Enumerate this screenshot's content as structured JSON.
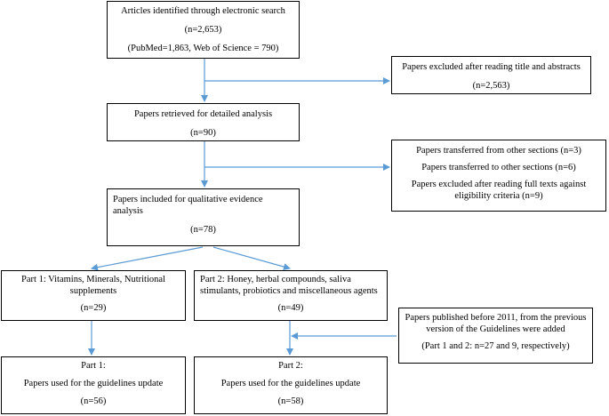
{
  "boxes": {
    "search": {
      "line1": "Articles identified through electronic search",
      "count": "(n=2,653)",
      "detail": "(PubMed=1,863, Web of Science = 790)"
    },
    "excluded_title": {
      "line1": "Papers excluded after reading title and abstracts",
      "count": "(n=2,563)"
    },
    "retrieved": {
      "line1": "Papers retrieved for detailed analysis",
      "count": "(n=90)"
    },
    "transfers": {
      "line1": "Papers transferred from other sections (n=3)",
      "line2": "Papers transferred to other sections (n=6)",
      "line3": "Papers excluded after reading full texts against eligibility criteria (n=9)"
    },
    "included": {
      "line1": "Papers included for qualitative evidence analysis",
      "count": "(n=78)"
    },
    "part1": {
      "line1": "Part 1: Vitamins, Minerals, Nutritional supplements",
      "count": "(n=29)"
    },
    "part2": {
      "line1": "Part 2: Honey, herbal compounds, saliva stimulants, probiotics and miscellaneous agents",
      "count": "(n=49)"
    },
    "pre2011": {
      "line1": "Papers published before 2011, from the previous version of the Guidelines were added",
      "detail": "(Part 1 and 2: n=27 and 9, respectively)"
    },
    "final1": {
      "title": "Part 1:",
      "line1": "Papers used for the guidelines update",
      "count": "(n=56)"
    },
    "final2": {
      "title": "Part 2:",
      "line1": "Papers used for the guidelines update",
      "count": "(n=58)"
    }
  },
  "colors": {
    "arrow": "#5b9bd5",
    "border": "#000000"
  }
}
